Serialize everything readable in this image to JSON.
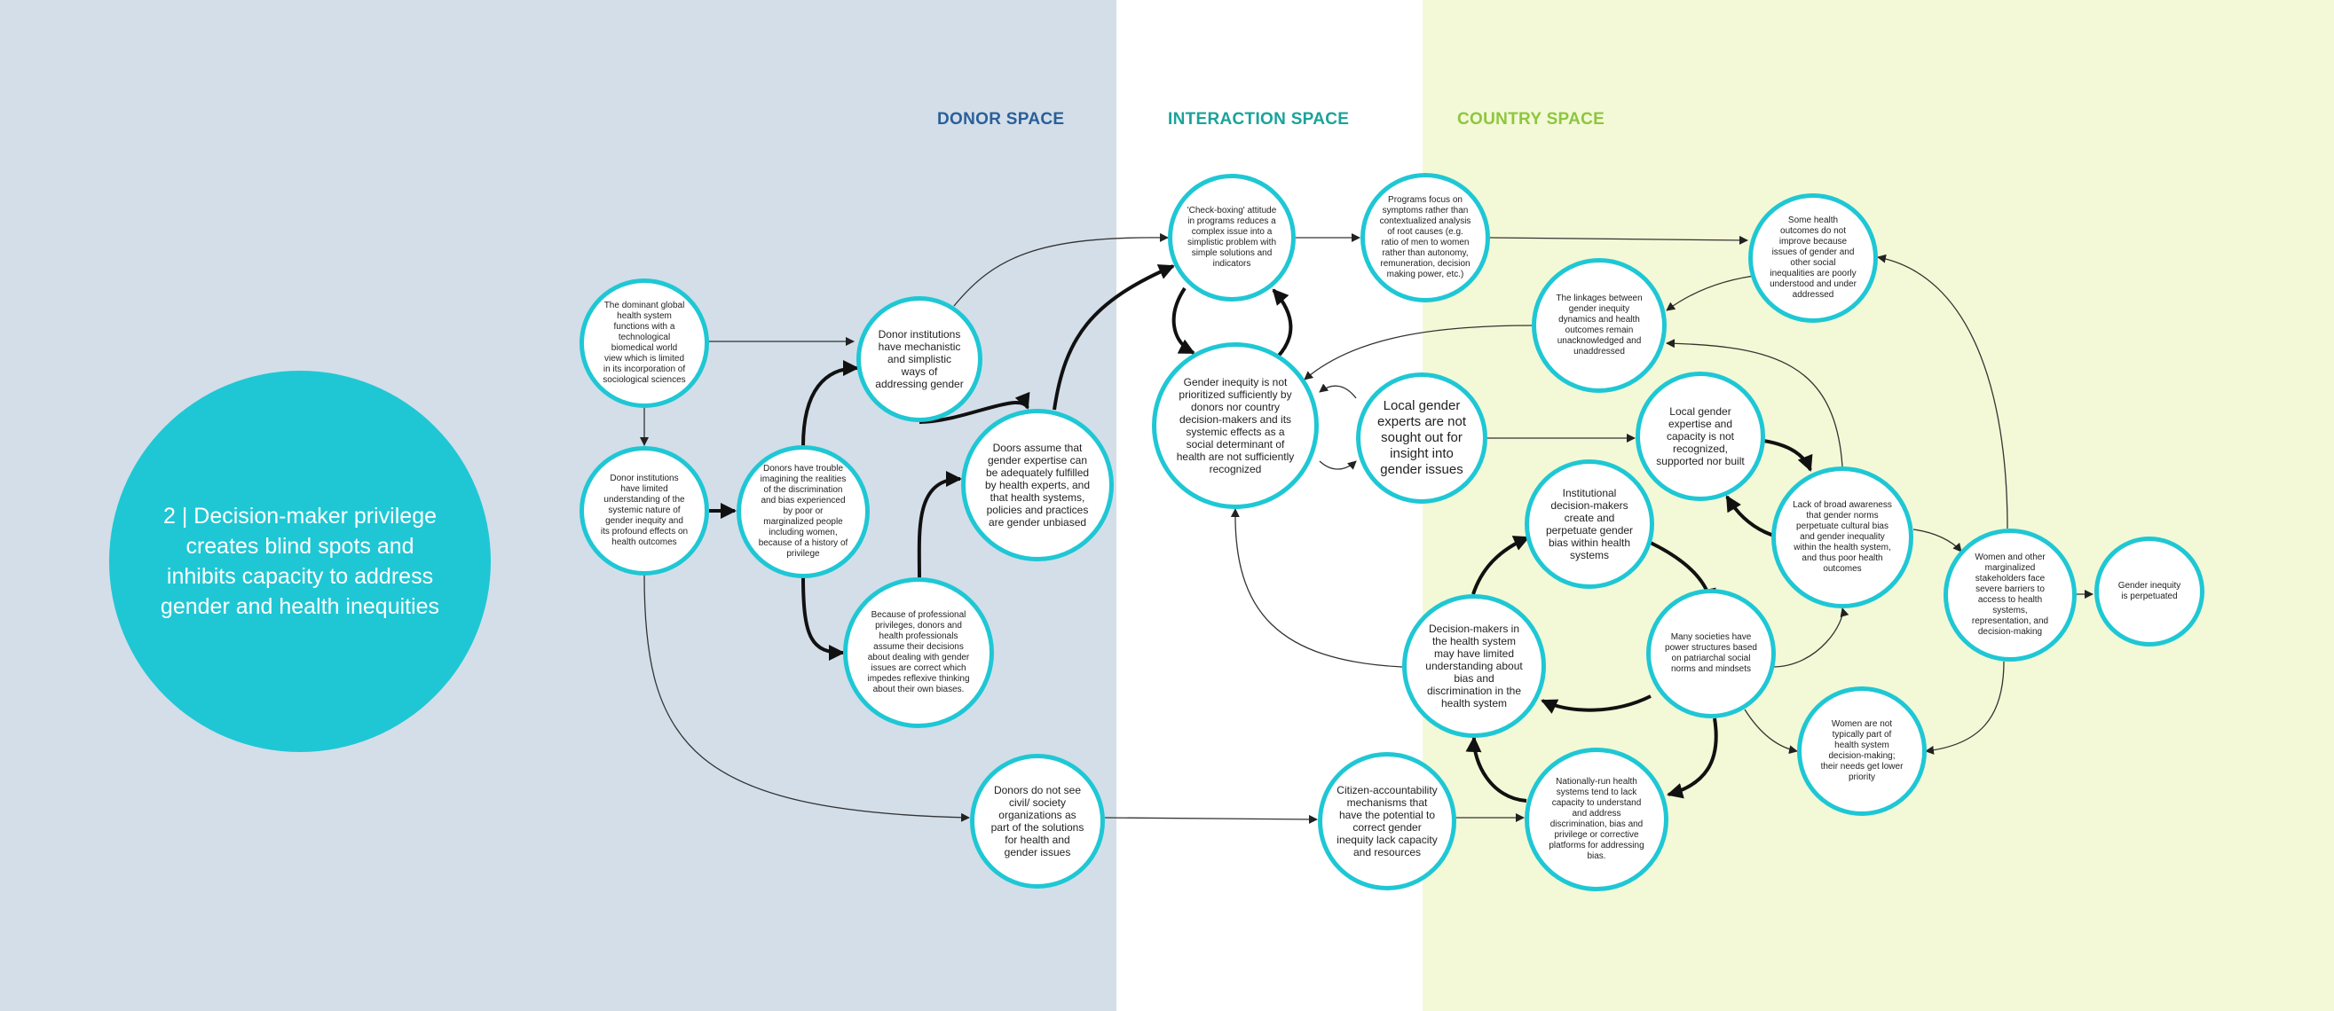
{
  "space_labels": {
    "donor": "DONOR SPACE",
    "interaction": "INTERACTION SPACE",
    "country": "COUNTRY SPACE"
  },
  "title": "2 | Decision-maker privilege creates blind spots and inhibits capacity to address gender and health inequities",
  "colors": {
    "donor_bg": "#d3dee9",
    "country_bg": "#f3f9d6",
    "node_border": "#1fc7d4",
    "title_fill": "#1fc7d4",
    "donor_label": "#2a5f99",
    "interaction_label": "#1aa39a",
    "country_label": "#8dc63f"
  },
  "nodes": {
    "dominant_worldview": "The dominant global health system functions with a technological biomedical world view which is limited in its incorporation of sociological sciences",
    "donor_limited_understanding": "Donor institutions have limited understanding of the systemic nature of gender inequity and its profound effects on health outcomes",
    "donor_mechanistic": "Donor institutions have mechanistic and simplistic ways of addressing gender",
    "donors_trouble_imagining": "Donors have trouble imagining the realities of the discrimination and bias experienced by poor or marginalized people including women, because of a history of privilege",
    "doors_assume": "Doors assume that gender expertise can be adequately fulfilled by health experts, and that health systems, policies and practices are gender unbiased",
    "professional_privileges": "Because of professional privileges, donors and health professionals assume their decisions about dealing with gender issues are correct which impedes reflexive thinking about their own biases.",
    "donors_civil_society": "Donors do not see civil/ society organizations as part of the solutions for health and gender issues",
    "check_boxing": "'Check-boxing' attitude in programs reduces a complex issue into a simplistic problem with simple solutions and indicators",
    "not_prioritized": "Gender inequity is not prioritized sufficiently by donors nor country decision-makers and its systemic effects as a social determinant of health are not sufficiently recognized",
    "local_experts_not_sought": "Local gender experts are not sought out for insight into gender issues",
    "citizen_accountability": "Citizen-accountability mechanisms that have the potential to correct gender inequity lack capacity and resources",
    "programs_focus_symptoms": "Programs focus on symptoms rather than contextualized analysis of root causes (e.g. ratio of men to women rather than autonomy, remuneration, decision making power, etc.)",
    "some_outcomes_not_improve": "Some health outcomes do not improve because issues of gender and other social inequalities are poorly understood and under addressed",
    "linkages_unacknowledged": "The linkages between gender inequity dynamics and health outcomes remain unacknowledged and unaddressed",
    "local_capacity_not_recognized": "Local gender expertise and capacity is not recognized, supported nor built",
    "institutional_decision_makers": "Institutional decision-makers create and perpetuate gender bias within health systems",
    "lack_broad_awareness": "Lack of broad awareness that gender norms perpetuate cultural bias and gender inequality within the health system, and thus poor health outcomes",
    "women_marginalized_barriers": "Women and other marginalized stakeholders face severe barriers to access to health systems, representation, and decision-making",
    "gender_inequity_perpetuated": "Gender inequity is perpetuated",
    "decision_makers_limited": "Decision-makers in the health system may have limited understanding about bias and discrimination in the health system",
    "power_structures": "Many societies have power structures based on patriarchal social norms and mindsets",
    "women_not_part": "Women are not typically part of  health system decision-making; their needs get lower priority",
    "nationally_run_systems": "Nationally-run health systems tend to lack capacity to understand and address discrimination, bias and privilege or corrective platforms for addressing bias."
  }
}
